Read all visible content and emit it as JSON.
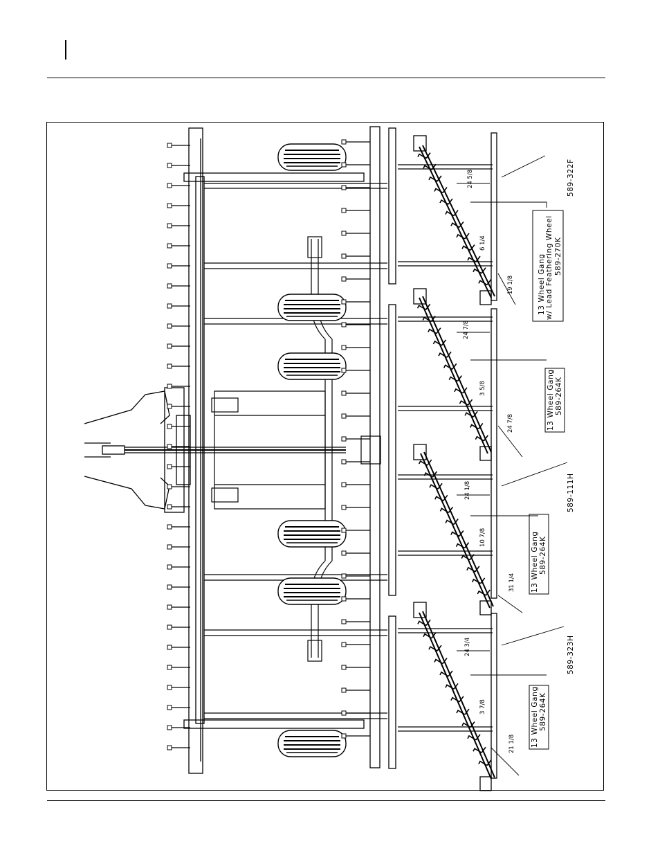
{
  "callouts": {
    "part_top": "589-322F",
    "gang_lead": {
      "line1": "13 Wheel Gang",
      "line2": "w/ Lead Feathering Wheel",
      "line3": "589-270K"
    },
    "gang_mid_right": {
      "line1": "13 Wheel Gang",
      "line2": "589-264K"
    },
    "part_mid": "589-111H",
    "gang_mid_left": {
      "line1": "13 Wheel Gang",
      "line2": "589-264K"
    },
    "part_bottom": "589-323H",
    "gang_bottom": {
      "line1": "13 Wheel Gang",
      "line2": "589-264K"
    }
  },
  "dimensions": {
    "d1": "24 5/8",
    "d2": "6 1/4",
    "d3": "19 1/8",
    "d4": "24 7/8",
    "d5": "3 5/8",
    "d6": "24 7/8",
    "d7": "24 1/8",
    "d8": "10 7/8",
    "d9": "31 1/4",
    "d10": "24 3/4",
    "d11": "3 7/8",
    "d12": "21 1/8"
  }
}
